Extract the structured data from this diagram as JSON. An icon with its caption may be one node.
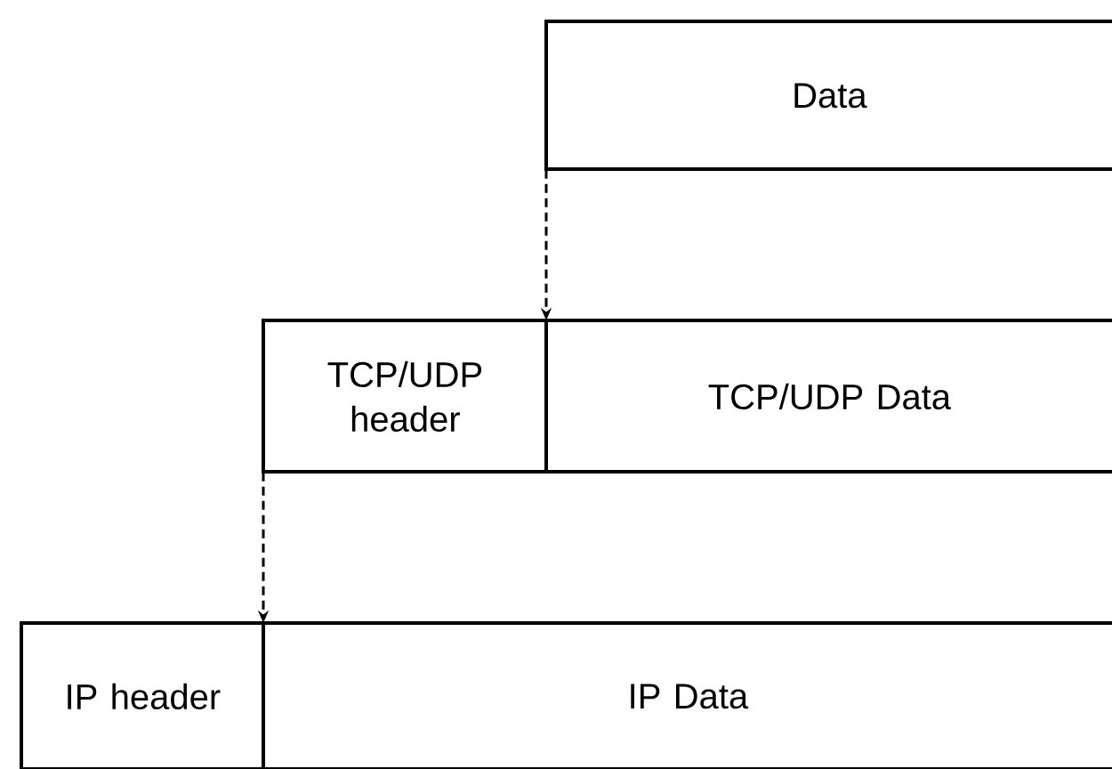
{
  "diagram": {
    "nodes": [
      {
        "text": [
          "Data"
        ]
      },
      {
        "text": [
          "TCP/UDP header"
        ]
      },
      {
        "text": [
          "TCP/UDP Data"
        ]
      },
      {
        "text": [
          "IP header"
        ]
      },
      {
        "text": [
          "IP Data"
        ]
      }
    ],
    "edges": [
      {
        "from": 0,
        "to": 2,
        "arrow": "to",
        "style": "dashed"
      },
      {
        "from": 1,
        "to": 4,
        "arrow": "to",
        "style": "dashed"
      }
    ]
  }
}
